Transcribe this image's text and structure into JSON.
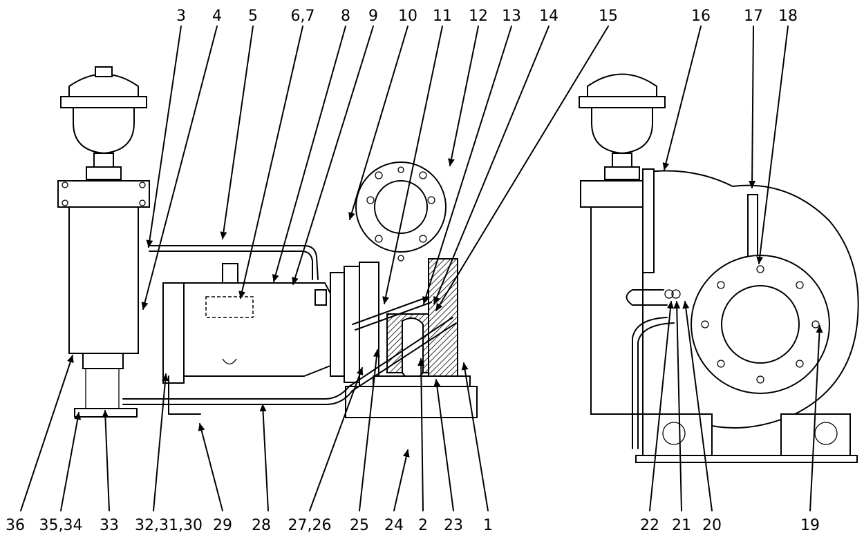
{
  "diagram": {
    "top_labels": [
      "3",
      "4",
      "5",
      "6,7",
      "8",
      "9",
      "10",
      "11",
      "12",
      "13",
      "14",
      "15",
      "16",
      "17",
      "18"
    ],
    "bottom_labels": [
      "36",
      "35,34",
      "33",
      "32,31,30",
      "29",
      "28",
      "27,26",
      "25",
      "24",
      "2",
      "23",
      "1",
      "22",
      "21",
      "20",
      "19"
    ]
  }
}
